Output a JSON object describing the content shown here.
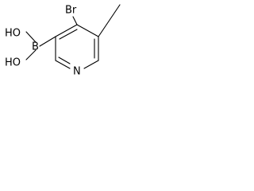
{
  "molecule": {
    "atoms": {
      "bromine": "Br",
      "boron": "B",
      "hydroxyl_top": "HO",
      "hydroxyl_bottom": "HO",
      "nitrogen": "N"
    }
  }
}
